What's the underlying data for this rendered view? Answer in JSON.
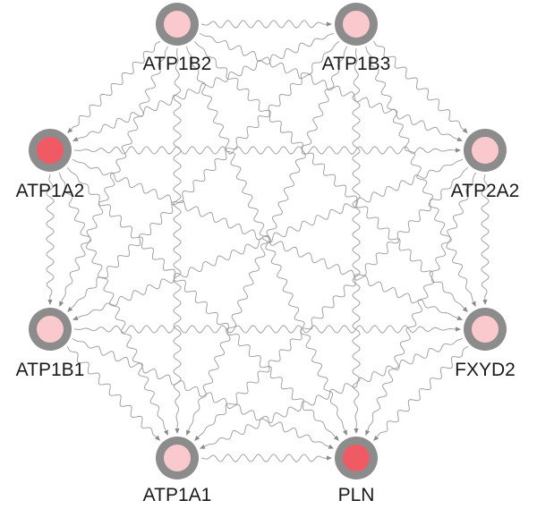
{
  "nodes": [
    {
      "id": "ATP1B2",
      "label": "ATP1B2",
      "fill": "#f9c9cd"
    },
    {
      "id": "ATP1B3",
      "label": "ATP1B3",
      "fill": "#f9c9cd"
    },
    {
      "id": "ATP1A2",
      "label": "ATP1A2",
      "fill": "#f05a64"
    },
    {
      "id": "ATP2A2",
      "label": "ATP2A2",
      "fill": "#f9c9cd"
    },
    {
      "id": "ATP1B1",
      "label": "ATP1B1",
      "fill": "#f9c9cd"
    },
    {
      "id": "FXYD2",
      "label": "FXYD2",
      "fill": "#f9c9cd"
    },
    {
      "id": "ATP1A1",
      "label": "ATP1A1",
      "fill": "#f9c9cd"
    },
    {
      "id": "PLN",
      "label": "PLN",
      "fill": "#f05a64"
    }
  ],
  "edges": [
    [
      "ATP1B2",
      "ATP1B3"
    ],
    [
      "ATP1B2",
      "ATP1A2"
    ],
    [
      "ATP1B2",
      "ATP2A2"
    ],
    [
      "ATP1B2",
      "ATP1B1"
    ],
    [
      "ATP1B2",
      "FXYD2"
    ],
    [
      "ATP1B2",
      "ATP1A1"
    ],
    [
      "ATP1B2",
      "PLN"
    ],
    [
      "ATP1B3",
      "ATP1A2"
    ],
    [
      "ATP1B3",
      "ATP2A2"
    ],
    [
      "ATP1B3",
      "ATP1B1"
    ],
    [
      "ATP1B3",
      "FXYD2"
    ],
    [
      "ATP1B3",
      "ATP1A1"
    ],
    [
      "ATP1B3",
      "PLN"
    ],
    [
      "ATP1A2",
      "ATP2A2"
    ],
    [
      "ATP1A2",
      "ATP1B1"
    ],
    [
      "ATP1A2",
      "FXYD2"
    ],
    [
      "ATP1A2",
      "ATP1A1"
    ],
    [
      "ATP1A2",
      "PLN"
    ],
    [
      "ATP2A2",
      "ATP1B1"
    ],
    [
      "ATP2A2",
      "FXYD2"
    ],
    [
      "ATP2A2",
      "ATP1A1"
    ],
    [
      "ATP2A2",
      "PLN"
    ],
    [
      "ATP1B1",
      "FXYD2"
    ],
    [
      "ATP1B1",
      "ATP1A1"
    ],
    [
      "ATP1B1",
      "PLN"
    ],
    [
      "FXYD2",
      "ATP1A1"
    ],
    [
      "FXYD2",
      "PLN"
    ],
    [
      "ATP1A1",
      "PLN"
    ]
  ],
  "colors": {
    "ring": "#8c8c8c",
    "edge": "#9a9a9a",
    "arrow": "#8a8a8a",
    "label": "#1a1a1a"
  }
}
